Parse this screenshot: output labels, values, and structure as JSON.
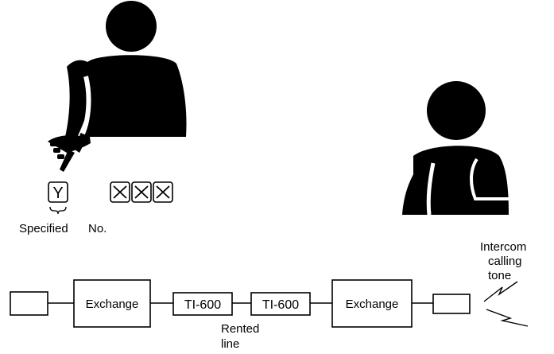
{
  "dial": {
    "key_y": "Y",
    "key_x": "✕",
    "specified_label": "Specified",
    "no_label": "No."
  },
  "chain": {
    "exchange_left": "Exchange",
    "ti_left": "TI-600",
    "ti_right": "TI-600",
    "exchange_right": "Exchange",
    "rented_line": [
      "Rented",
      "line"
    ]
  },
  "intercom_tone": [
    "Intercom",
    "calling",
    "tone"
  ],
  "icons": [
    "person-dialing-icon",
    "person-receiving-icon",
    "telephone-icon"
  ]
}
